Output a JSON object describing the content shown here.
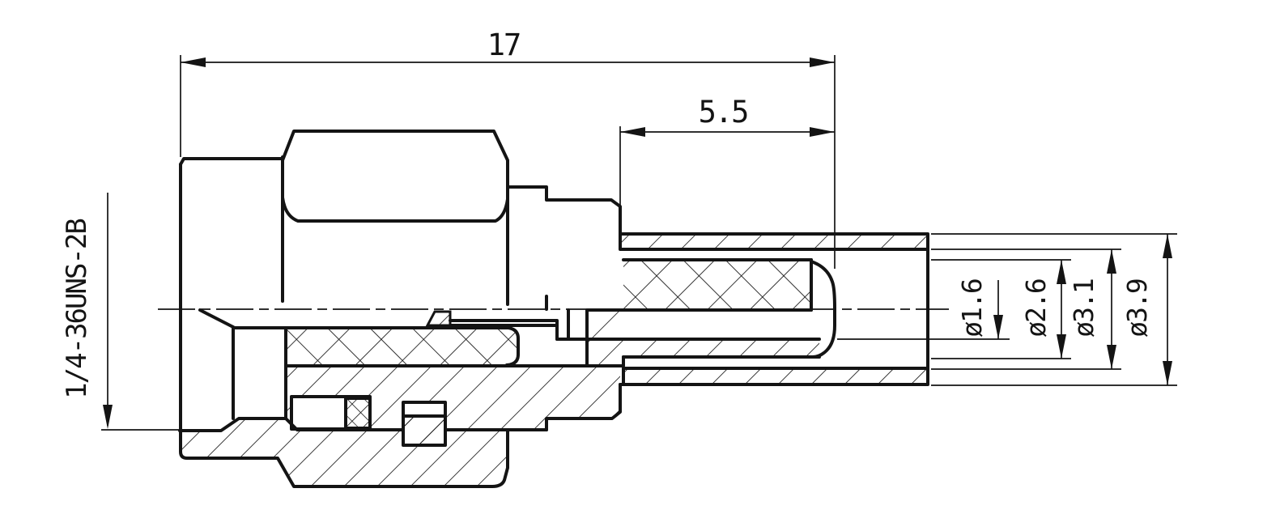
{
  "drawing": {
    "type": "technical-drawing",
    "subject": "coaxial connector cross-section",
    "colors": {
      "ink": "#141414",
      "paper": "#ffffff"
    },
    "dimensions": {
      "overall_length": "17",
      "rear_length": "5.5",
      "thread_note": "1/4-36UNS-2B",
      "diameters": [
        "ø1.6",
        "ø2.6",
        "ø3.1",
        "ø3.9"
      ]
    }
  }
}
